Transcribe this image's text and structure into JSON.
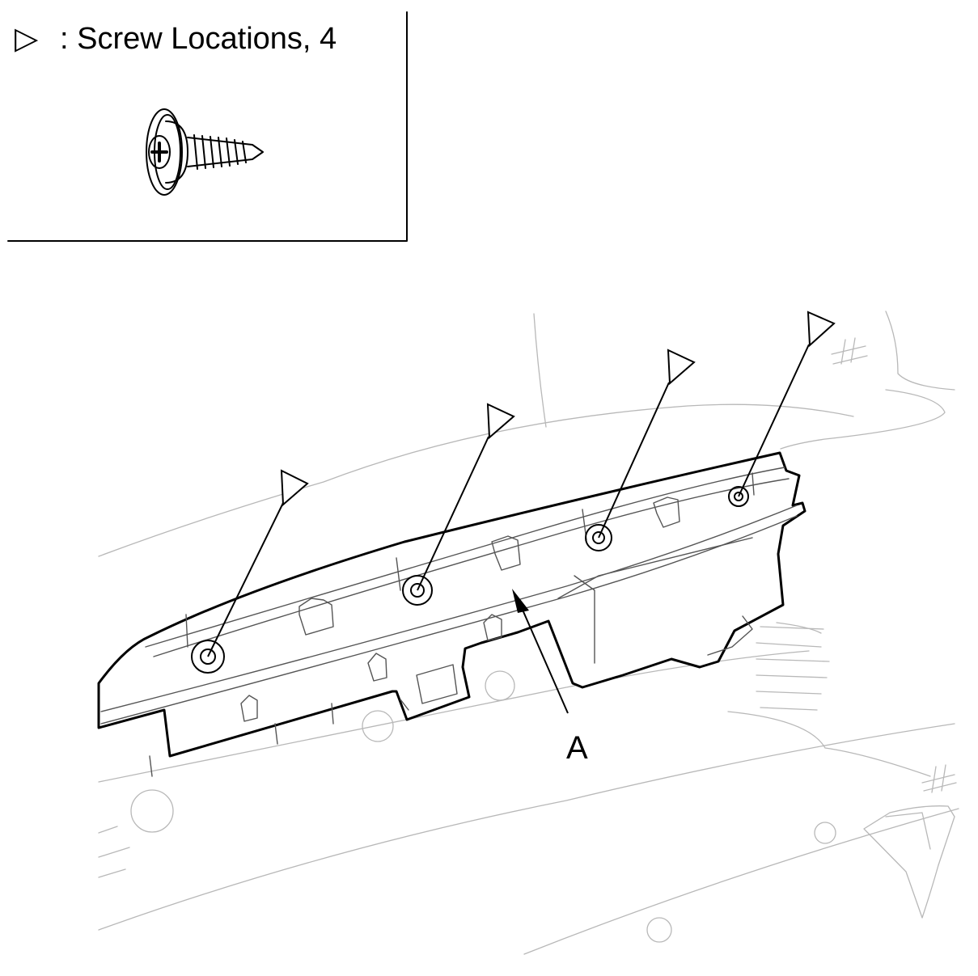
{
  "legend": {
    "symbol": "▷",
    "text": ": Screw Locations, 4"
  },
  "callouts": {
    "part_a": "A"
  },
  "screw_markers": [
    {
      "name": "screw-location-1"
    },
    {
      "name": "screw-location-2"
    },
    {
      "name": "screw-location-3"
    },
    {
      "name": "screw-location-4"
    }
  ],
  "icons": {
    "screw": "tapping-screw-icon",
    "marker": "triangle-marker-icon",
    "arrow": "arrowhead-icon"
  },
  "colors": {
    "ink": "#000000",
    "background_lines": "#b8b8b8",
    "paper": "#ffffff"
  }
}
